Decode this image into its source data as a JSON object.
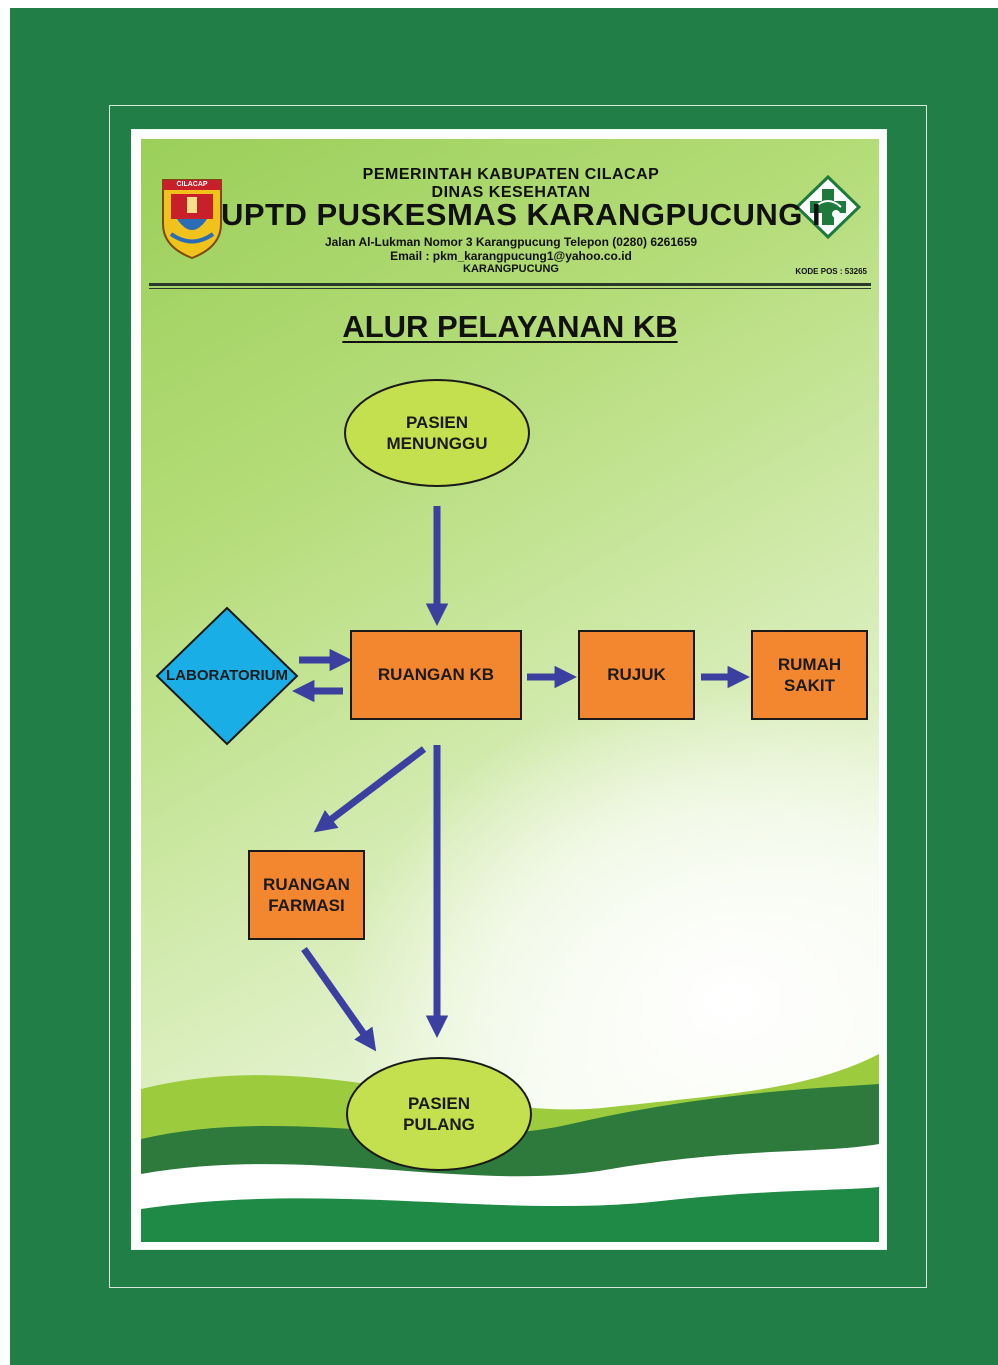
{
  "header": {
    "line1": "PEMERINTAH KABUPATEN CILACAP",
    "line2": "DINAS KESEHATAN",
    "line3": "UPTD PUSKESMAS KARANGPUCUNG I",
    "line4": "Jalan Al-Lukman Nomor 3 Karangpucung Telepon (0280) 6261659",
    "line5": "Email : pkm_karangpucung1@yahoo.co.id",
    "line6": "KARANGPUCUNG",
    "kode_pos": "KODE POS : 53265",
    "left_logo_text": "CILACAP"
  },
  "title": "ALUR PELAYANAN KB",
  "nodes": {
    "pasien_menunggu": "PASIEN\nMENUNGGU",
    "laboratorium": "LABORATORIUM",
    "ruangan_kb": "RUANGAN KB",
    "rujuk": "RUJUK",
    "rumah_sakit": "RUMAH\nSAKIT",
    "ruangan_farmasi": "RUANGAN\nFARMASI",
    "pasien_pulang": "PASIEN\nPULANG"
  },
  "colors": {
    "frame": "#217e47",
    "ellipse_fill": "#c4e04e",
    "box_fill": "#f3872f",
    "diamond_fill": "#1aaee6",
    "arrow": "#3b3fa0"
  }
}
